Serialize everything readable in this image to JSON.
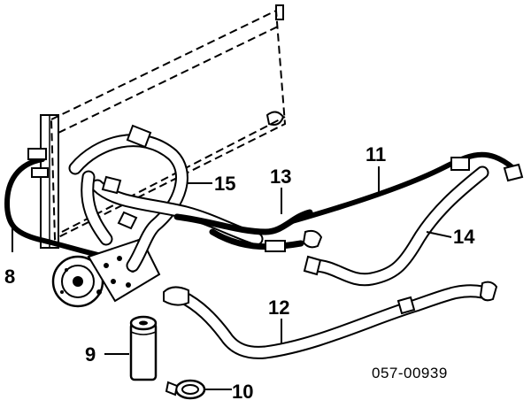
{
  "diagram": {
    "reference_code": "057-00939",
    "callouts": [
      {
        "id": "8",
        "label": "8"
      },
      {
        "id": "9",
        "label": "9"
      },
      {
        "id": "10",
        "label": "10"
      },
      {
        "id": "11",
        "label": "11"
      },
      {
        "id": "12",
        "label": "12"
      },
      {
        "id": "13",
        "label": "13"
      },
      {
        "id": "14",
        "label": "14"
      },
      {
        "id": "15",
        "label": "15"
      }
    ]
  }
}
